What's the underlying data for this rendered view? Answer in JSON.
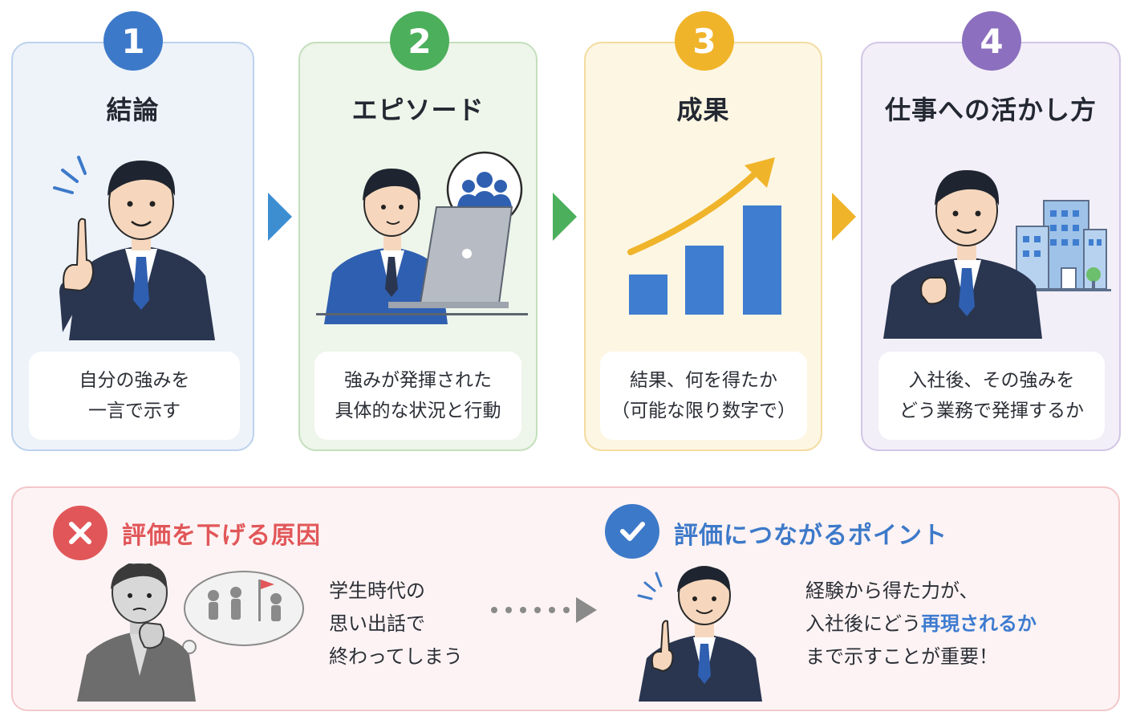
{
  "steps": [
    {
      "number": "1",
      "title": "結論",
      "desc_lines": [
        "自分の強みを",
        "一言で示す"
      ],
      "color": "#3d79c9",
      "bg": "#eef3fa",
      "border": "#bcd2ec"
    },
    {
      "number": "2",
      "title": "エピソード",
      "desc_lines": [
        "強みが発揮された",
        "具体的な状況と行動"
      ],
      "color": "#4caf5c",
      "bg": "#eef5ea",
      "border": "#c3dfbc"
    },
    {
      "number": "3",
      "title": "成果",
      "desc_lines": [
        "結果、何を得たか",
        "（可能な限り数字で）"
      ],
      "color": "#f0b42a",
      "bg": "#fdf6e3",
      "border": "#f3dca0"
    },
    {
      "number": "4",
      "title": "仕事への活かし方",
      "desc_lines": [
        "入社後、その強みを",
        "どう業務で発揮するか"
      ],
      "color": "#8c6fbe",
      "bg": "#f2eff8",
      "border": "#d2c6e6"
    }
  ],
  "bad": {
    "title": "評価を下げる原因",
    "text_lines": [
      "学生時代の",
      "思い出話で",
      "終わってしまう"
    ],
    "icon": "cross-icon",
    "color": "#e15759"
  },
  "good": {
    "title": "評価につながるポイント",
    "line1": "経験から得た力が、",
    "line2_pre": "入社後にどう",
    "line2_highlight": "再現されるか",
    "line3": "まで示すことが重要！",
    "icon": "check-icon",
    "color": "#3d79c9"
  },
  "colors": {
    "navy": "#2a3650",
    "chart_blue": "#3f7dd0",
    "growth_arrow": "#f0b42a"
  }
}
